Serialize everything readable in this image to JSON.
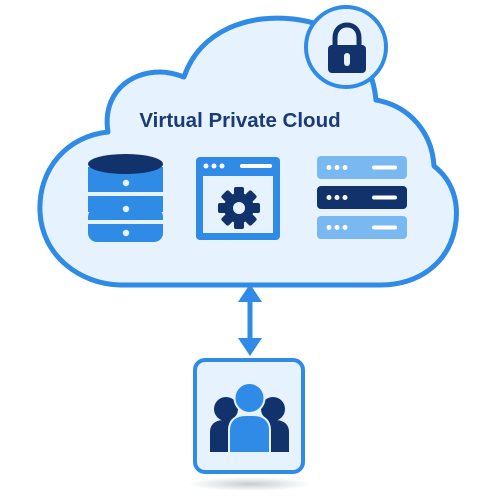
{
  "diagram": {
    "title": "Virtual Private Cloud",
    "nodes": [
      {
        "id": "cloud",
        "icon": "cloud-icon"
      },
      {
        "id": "lock",
        "icon": "lock-icon"
      },
      {
        "id": "database",
        "icon": "database-icon"
      },
      {
        "id": "app-settings",
        "icon": "app-window-gear-icon"
      },
      {
        "id": "servers",
        "icon": "server-rack-icon"
      },
      {
        "id": "users",
        "icon": "user-group-icon"
      }
    ],
    "connections": [
      {
        "from": "cloud",
        "to": "users",
        "direction": "bidirectional"
      }
    ]
  },
  "colors": {
    "primary": "#2f8be6",
    "light_fill": "#e6f2fd",
    "light_blue": "#9ccaf4",
    "mid_blue": "#7ab8f2",
    "dark_navy": "#11326b",
    "title_text": "#1a3a78",
    "white": "#ffffff"
  }
}
